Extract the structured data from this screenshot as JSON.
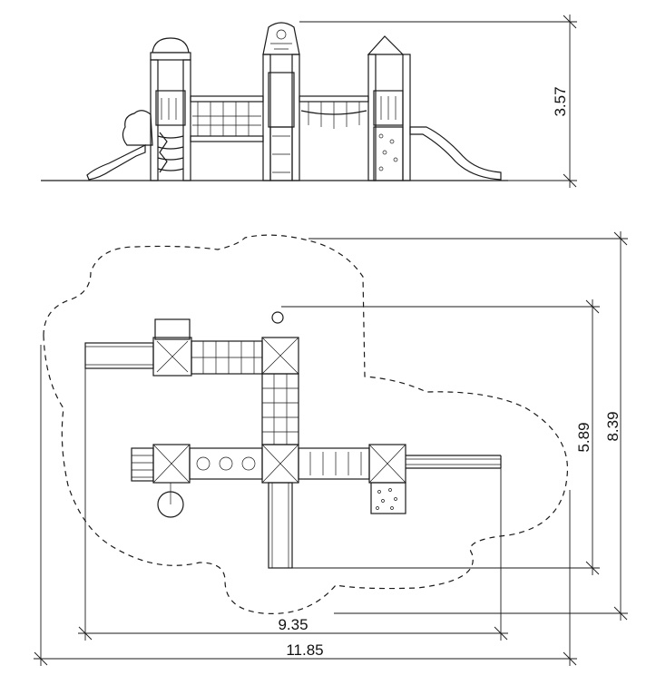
{
  "drawing": {
    "elevation": {
      "height_label": "3.57"
    },
    "plan": {
      "depth_outer_label": "8.39",
      "depth_inner_label": "5.89",
      "width_inner_label": "9.35",
      "width_outer_label": "11.85"
    }
  }
}
